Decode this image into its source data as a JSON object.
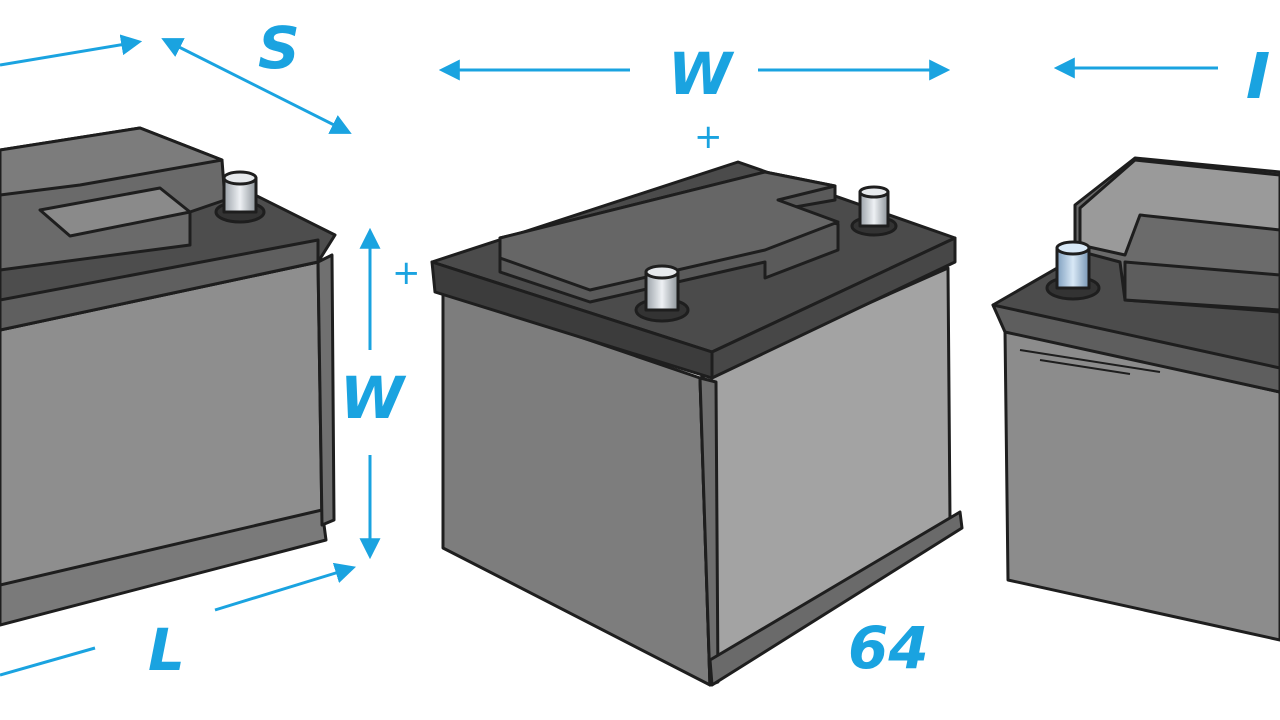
{
  "colors": {
    "accent": "#1aa3e0",
    "outline": "#1e1e1e",
    "case_light": "#9a9a9a",
    "case_mid": "#868686",
    "case_dark": "#6f6f6f",
    "lid": "#4a4a4a",
    "lid_top": "#565656",
    "terminal": "#c9ced3"
  },
  "labels": {
    "left_depth": "S",
    "left_height": "W",
    "left_length": "L",
    "center_width": "W",
    "center_plus": "+",
    "left_plus": "+",
    "center_number": "64"
  },
  "icons": [
    "arrow-icon",
    "battery-icon",
    "terminal-icon"
  ]
}
